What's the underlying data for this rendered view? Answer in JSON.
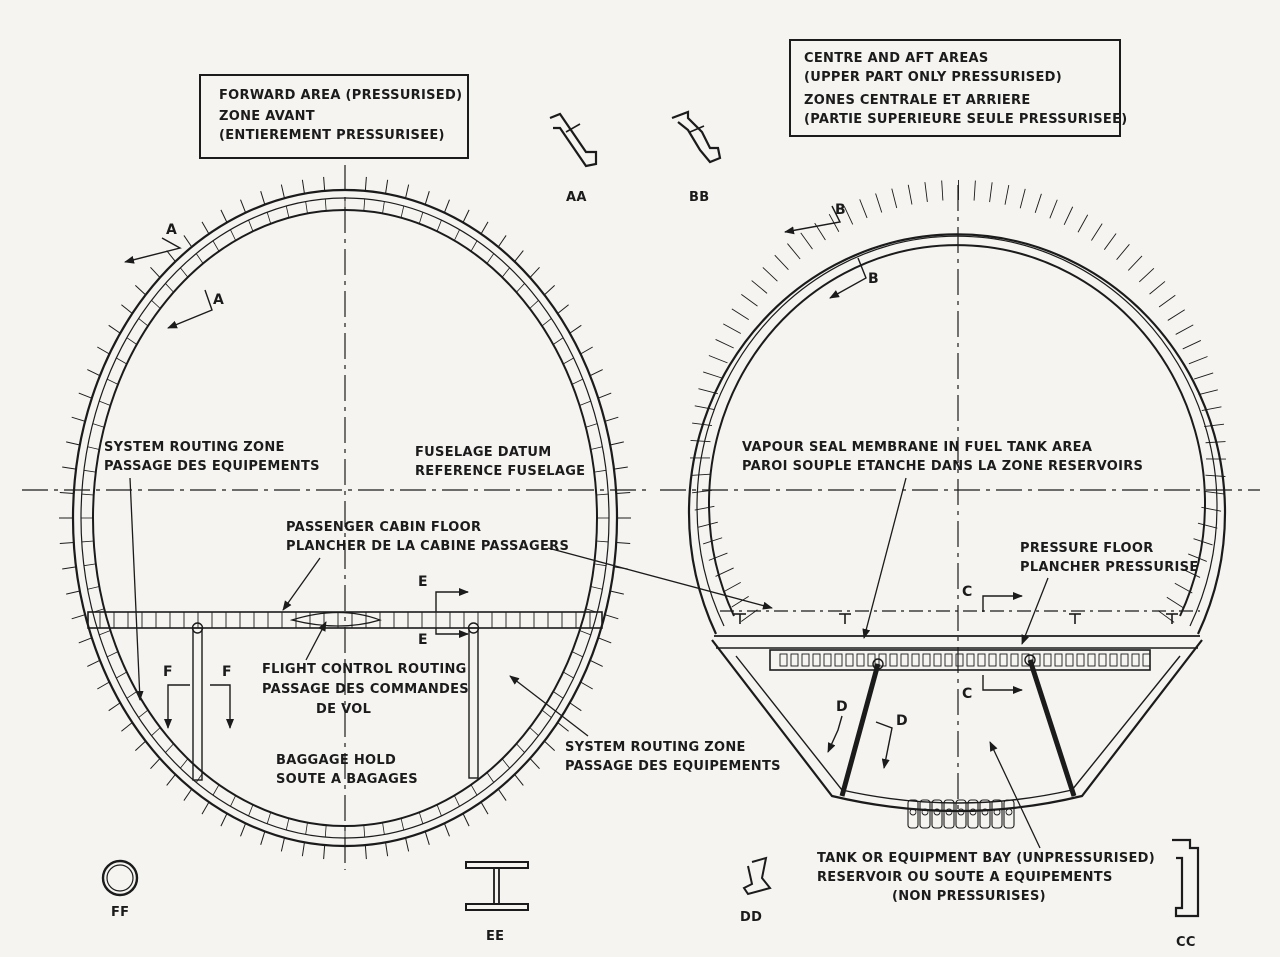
{
  "forward_box": {
    "line1": "FORWARD AREA (PRESSURISED)",
    "line2": "ZONE AVANT",
    "line3": "(ENTIEREMENT PRESSURISEE)"
  },
  "aft_box": {
    "line1": "CENTRE AND AFT AREAS",
    "line2": "(UPPER PART ONLY PRESSURISED)",
    "line3": "ZONES CENTRALE ET ARRIERE",
    "line4": "(PARTIE SUPERIEURE SEULE PRESSURISEE)"
  },
  "left_labels": {
    "system_routing_en": "SYSTEM ROUTING ZONE",
    "system_routing_fr": "PASSAGE DES EQUIPEMENTS",
    "datum_en": "FUSELAGE DATUM",
    "datum_fr": "REFERENCE FUSELAGE",
    "cabin_floor_en": "PASSENGER CABIN FLOOR",
    "cabin_floor_fr": "PLANCHER DE LA CABINE PASSAGERS",
    "flight_ctrl_1": "FLIGHT CONTROL ROUTING",
    "flight_ctrl_2": "PASSAGE DES COMMANDES",
    "flight_ctrl_3": "DE VOL",
    "baggage_en": "BAGGAGE HOLD",
    "baggage_fr": "SOUTE A BAGAGES",
    "system_routing2_en": "SYSTEM ROUTING ZONE",
    "system_routing2_fr": "PASSAGE DES EQUIPEMENTS"
  },
  "right_labels": {
    "vapour_en": "VAPOUR SEAL MEMBRANE IN FUEL TANK AREA",
    "vapour_fr": "PAROI SOUPLE ETANCHE DANS LA ZONE RESERVOIRS",
    "pressure_floor_en": "PRESSURE FLOOR",
    "pressure_floor_fr": "PLANCHER PRESSURISE",
    "tank_1": "TANK OR EQUIPMENT BAY (UNPRESSURISED)",
    "tank_2": "RESERVOIR OU SOUTE A EQUIPEMENTS",
    "tank_3": "(NON PRESSURISES)"
  },
  "section_letters": {
    "a": "A",
    "b": "B",
    "c": "C",
    "d": "D",
    "e": "E",
    "f": "F"
  },
  "detail_labels": {
    "aa": "AA",
    "bb": "BB",
    "cc": "CC",
    "dd": "DD",
    "ee": "EE",
    "ff": "FF"
  }
}
